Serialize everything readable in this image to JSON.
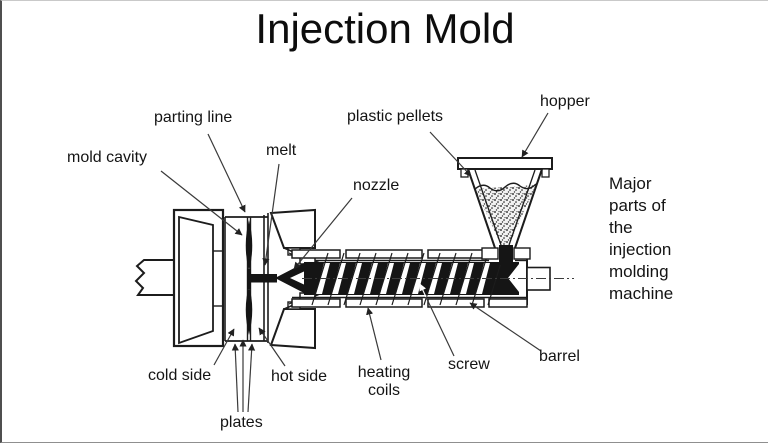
{
  "page": {
    "title": "Injection Mold"
  },
  "labels": {
    "parting_line": "parting line",
    "mold_cavity": "mold cavity",
    "melt": "melt",
    "plastic_pellets": "plastic pellets",
    "hopper": "hopper",
    "nozzle": "nozzle",
    "cold_side": "cold side",
    "hot_side": "hot side",
    "heating_coils_1": "heating",
    "heating_coils_2": "coils",
    "screw": "screw",
    "barrel": "barrel",
    "plates": "plates"
  },
  "caption": {
    "lines": [
      "Major",
      "parts of",
      "the",
      "injection",
      "molding",
      "machine"
    ]
  },
  "colors": {
    "ink": "#1c1c1c",
    "background": "#ffffff"
  }
}
